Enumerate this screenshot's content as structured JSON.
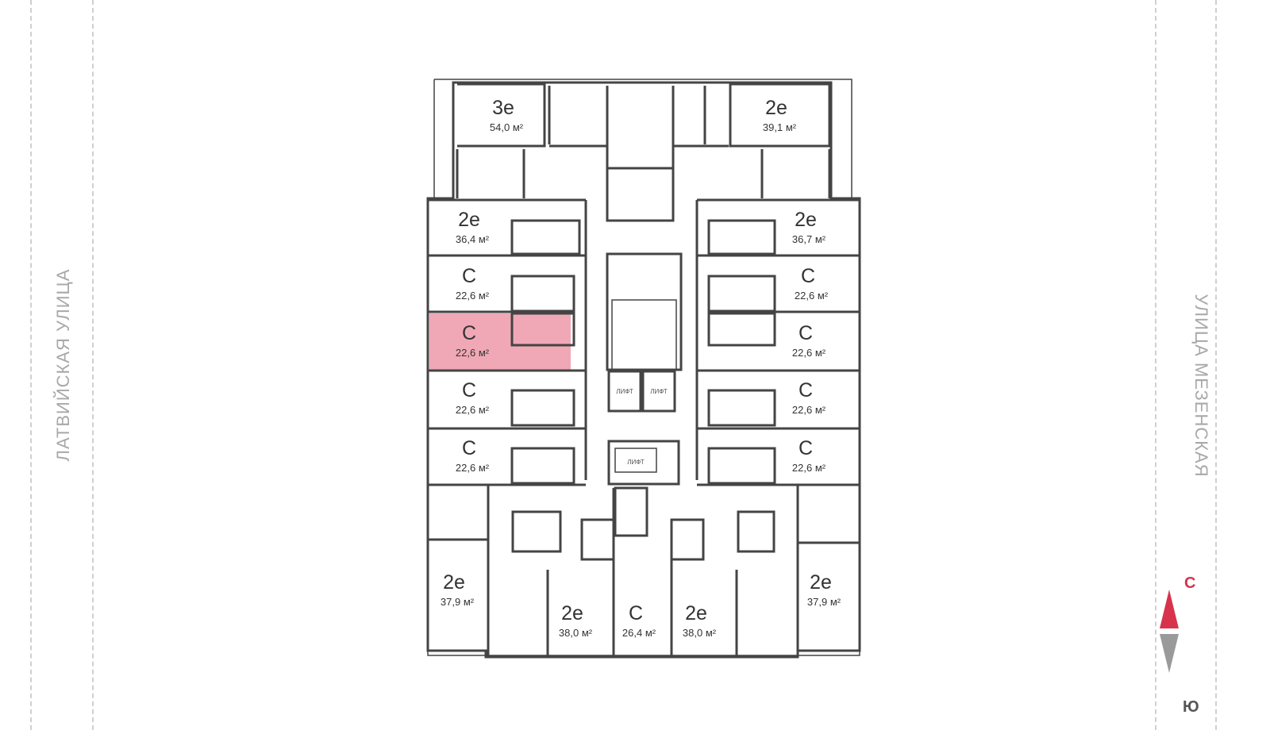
{
  "streets": {
    "left": "ЛАТВИЙСКАЯ  УЛИЦА",
    "right": "УЛИЦА МЕЗЕНСКАЯ"
  },
  "colors": {
    "highlight": "#ee9fae",
    "wall": "#444444",
    "compass_north": "#d7334d",
    "compass_south": "#9a9a9a"
  },
  "units": [
    {
      "id": "u1",
      "type": "3e",
      "area": "54,0 м²",
      "highlighted": false
    },
    {
      "id": "u2",
      "type": "2e",
      "area": "39,1 м²",
      "highlighted": false
    },
    {
      "id": "u3",
      "type": "2e",
      "area": "36,4 м²",
      "highlighted": false
    },
    {
      "id": "u4",
      "type": "2e",
      "area": "36,7 м²",
      "highlighted": false
    },
    {
      "id": "u5",
      "type": "С",
      "area": "22,6 м²",
      "highlighted": false
    },
    {
      "id": "u6",
      "type": "С",
      "area": "22,6 м²",
      "highlighted": false
    },
    {
      "id": "u7",
      "type": "С",
      "area": "22,6 м²",
      "highlighted": true
    },
    {
      "id": "u8",
      "type": "С",
      "area": "22,6 м²",
      "highlighted": false
    },
    {
      "id": "u9",
      "type": "С",
      "area": "22,6 м²",
      "highlighted": false
    },
    {
      "id": "u10",
      "type": "С",
      "area": "22,6 м²",
      "highlighted": false
    },
    {
      "id": "u11",
      "type": "С",
      "area": "22,6 м²",
      "highlighted": false
    },
    {
      "id": "u12",
      "type": "С",
      "area": "22,6 м²",
      "highlighted": false
    },
    {
      "id": "u13",
      "type": "2e",
      "area": "37,9 м²",
      "highlighted": false
    },
    {
      "id": "u14",
      "type": "2e",
      "area": "37,9 м²",
      "highlighted": false
    },
    {
      "id": "u15",
      "type": "2e",
      "area": "38,0 м²",
      "highlighted": false
    },
    {
      "id": "u16",
      "type": "С",
      "area": "26,4 м²",
      "highlighted": false
    },
    {
      "id": "u17",
      "type": "2e",
      "area": "38,0 м²",
      "highlighted": false
    }
  ],
  "lifts": [
    "ЛИФТ",
    "ЛИФТ",
    "ЛИФТ"
  ],
  "compass": {
    "north": "С",
    "south": "Ю"
  }
}
